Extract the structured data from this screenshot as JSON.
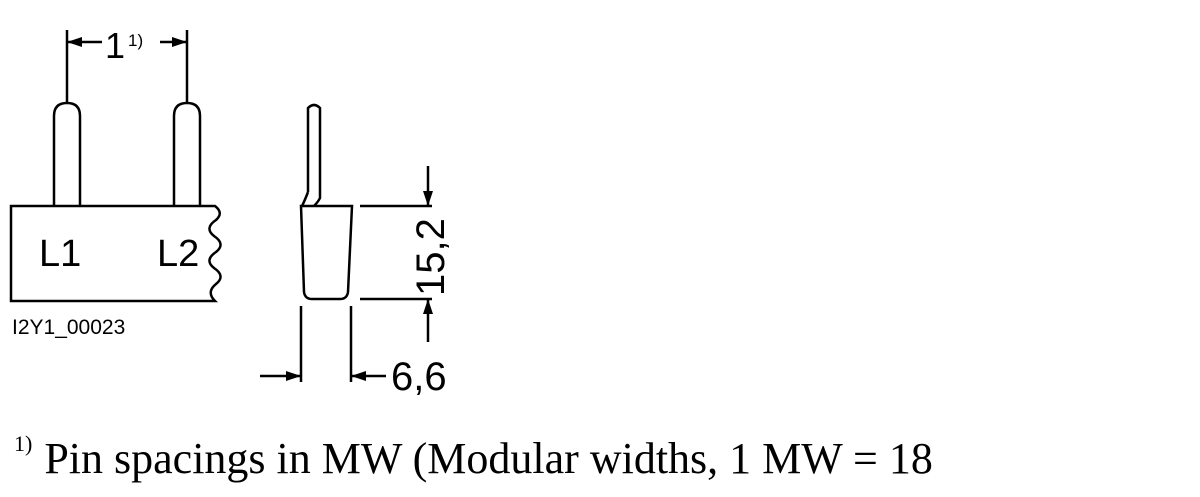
{
  "diagram": {
    "front_view": {
      "pin_spacing_label": "1",
      "pin_spacing_footnote_ref": "1)",
      "terminal_labels": [
        "L1",
        "L2"
      ],
      "drawing_id": "I2Y1_00023"
    },
    "side_view": {
      "height_label": "15,2",
      "width_label": "6,6"
    }
  },
  "footnote": {
    "marker": "1)",
    "text": "Pin spacings in MW (Modular widths, 1 MW = 18"
  }
}
